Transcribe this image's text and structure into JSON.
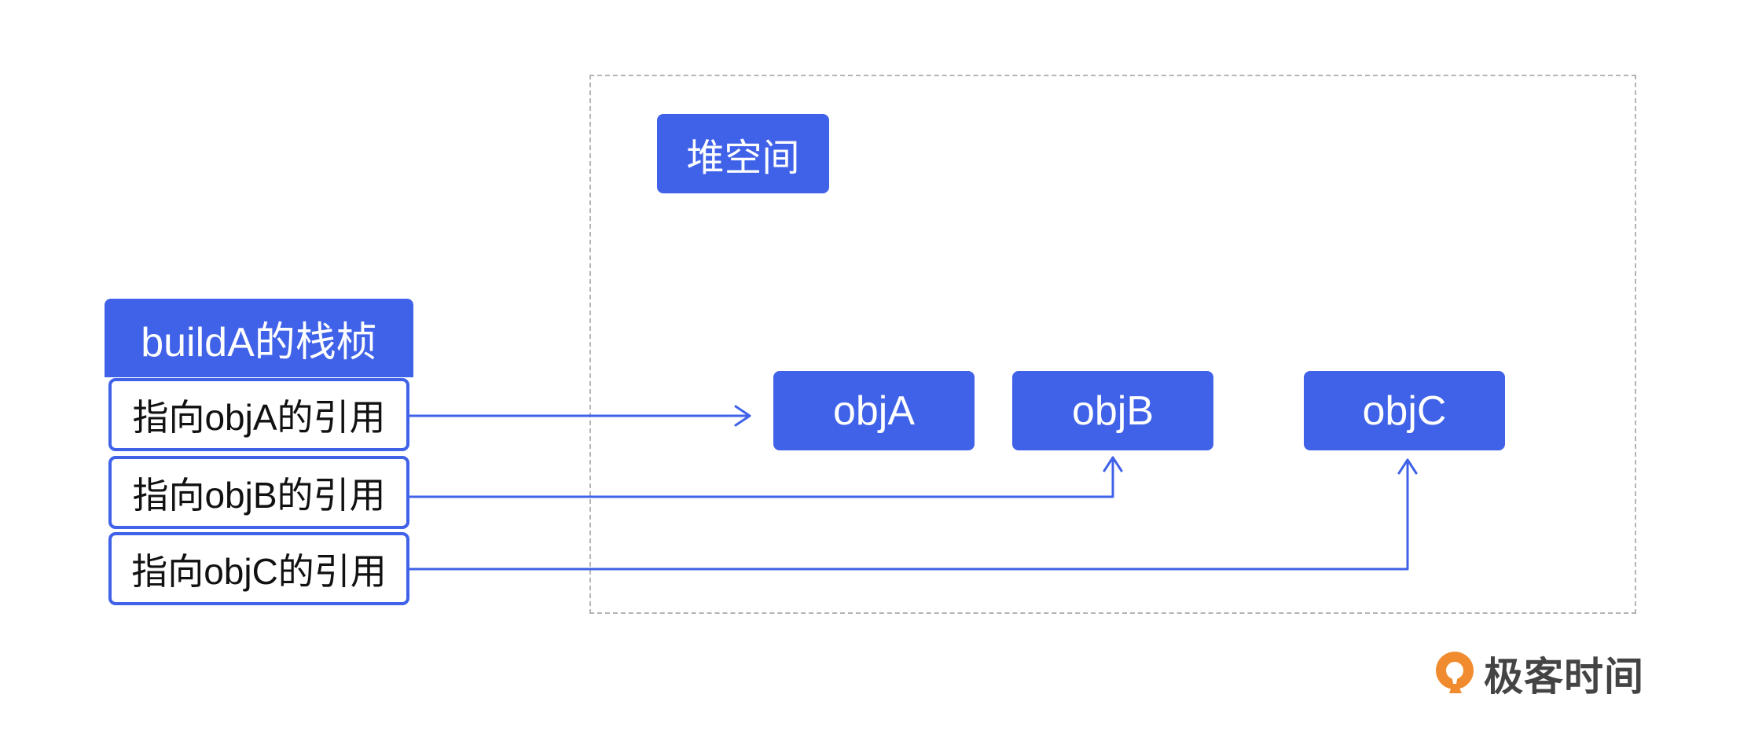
{
  "heap": {
    "label": "堆空间",
    "objects": [
      "objA",
      "objB",
      "objC"
    ]
  },
  "stack_frame": {
    "title": "buildA的栈桢",
    "references": [
      "指向objA的引用",
      "指向objB的引用",
      "指向objC的引用"
    ]
  },
  "logo": {
    "text": "极客时间"
  },
  "colors": {
    "accent": "#4062e8",
    "border_dashed": "#b4b4b4",
    "logo_orange": "#f08c2f",
    "logo_text": "#444444"
  }
}
